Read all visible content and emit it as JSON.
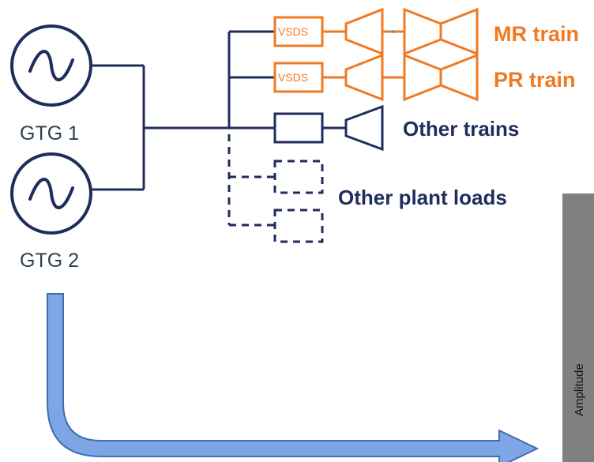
{
  "colors": {
    "navy": "#1f2d5c",
    "orange": "#f07a22",
    "gtg_text": "#2c3f52",
    "arrow_fill": "#7ea6e6",
    "arrow_stroke": "#3f6cb3",
    "panel": "#808080"
  },
  "generators": [
    {
      "label": "GTG 1",
      "icon": "sine-wave-icon"
    },
    {
      "label": "GTG 2",
      "icon": "sine-wave-icon"
    }
  ],
  "trains": {
    "mr": {
      "label": "MR train",
      "drive": "VSDS"
    },
    "pr": {
      "label": "PR train",
      "drive": "VSDS"
    },
    "other": {
      "label": "Other trains"
    }
  },
  "other_loads": {
    "label": "Other plant loads"
  },
  "side_panel": {
    "label": "Amplitude"
  }
}
